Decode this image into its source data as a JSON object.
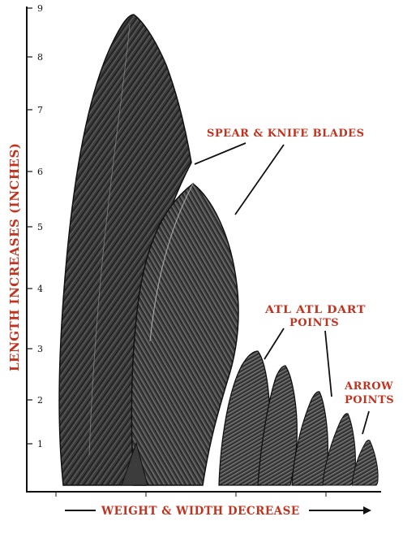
{
  "y_axis": {
    "title": "LENGTH INCREASES (INCHES)",
    "ticks": [
      "1",
      "2",
      "3",
      "4",
      "5",
      "6",
      "7",
      "8",
      "9"
    ]
  },
  "x_axis": {
    "title": "WEIGHT & WIDTH DECREASE"
  },
  "callouts": {
    "spear": "SPEAR & KNIFE BLADES",
    "atlatl_line1": "ATL ATL DART",
    "atlatl_line2": "POINTS",
    "arrow_line1": "ARROW",
    "arrow_line2": "POINTS"
  },
  "colors": {
    "label_red": "#c2321e",
    "axis": "#111111",
    "stone_dark": "#2a2a2a",
    "stone_mid": "#5a5a5a"
  }
}
